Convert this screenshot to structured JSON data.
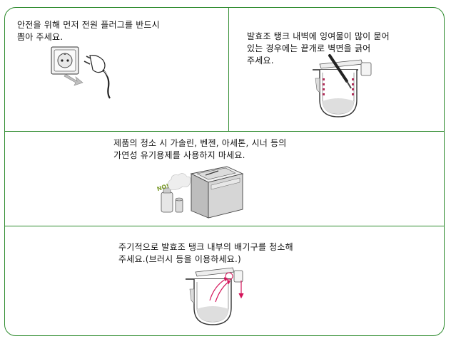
{
  "sections": {
    "plug": {
      "lines": [
        "안전을 위해 먼저 전원 플러그를 반드시",
        "뽑아 주세요."
      ]
    },
    "tank_wall": {
      "lines": [
        "발효조 탱크 내벽에 잉여물이 많이 묻어",
        "있는 경우에는 끝개로 벽면을 긁어",
        "주세요."
      ]
    },
    "solvents": {
      "lines": [
        "제품의 청소 시 가솔린, 벤젠, 아세톤, 시너 등의",
        "가연성 유기용제를 사용하지 마세요."
      ],
      "bubble_text": "NO!"
    },
    "exhaust": {
      "lines": [
        "주기적으로 발효조 탱크 내부의 배기구를 청소해",
        "주세요.(브러시 등을 이용하세요.)"
      ]
    }
  },
  "colors": {
    "border": "#2e8b2e",
    "accent": "#d4145a",
    "wall_dots": "#b0305a"
  }
}
